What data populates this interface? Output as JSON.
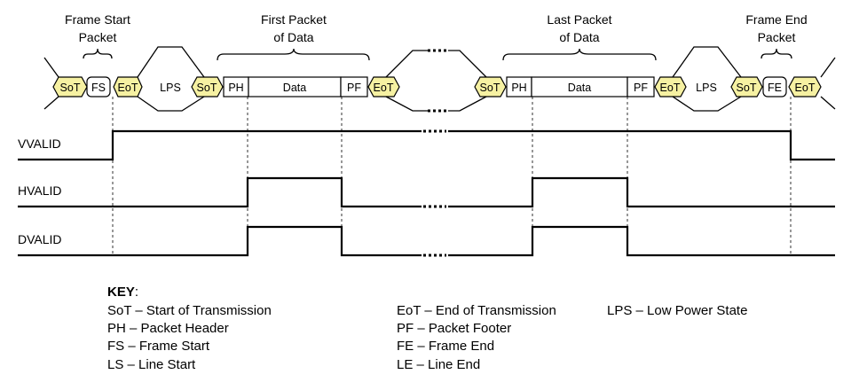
{
  "annotations": {
    "frame_start": [
      "Frame Start",
      "Packet"
    ],
    "first_packet": [
      "First Packet",
      "of Data"
    ],
    "last_packet": [
      "Last Packet",
      "of Data"
    ],
    "frame_end": [
      "Frame End",
      "Packet"
    ]
  },
  "packet_labels": {
    "sot": "SoT",
    "eot": "EoT",
    "fs": "FS",
    "fe": "FE",
    "lps": "LPS",
    "ph": "PH",
    "pf": "PF",
    "data": "Data"
  },
  "signals": [
    "VVALID",
    "HVALID",
    "DVALID"
  ],
  "key": {
    "heading": "KEY",
    "heading_suffix": ":",
    "left": [
      "SoT – Start of Transmission",
      "PH – Packet Header",
      "FS – Frame Start",
      "LS – Line Start"
    ],
    "middle": [
      "EoT – End of Transmission",
      "PF – Packet Footer",
      "FE – Frame End",
      "LE – Line End"
    ],
    "right": [
      "LPS – Low Power State"
    ]
  }
}
